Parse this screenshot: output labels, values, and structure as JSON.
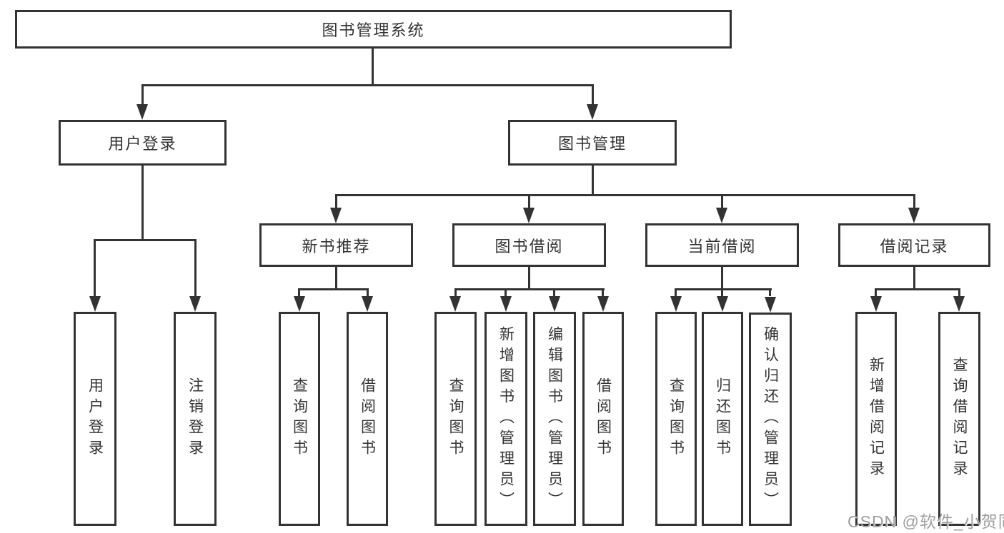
{
  "colors": {
    "line": "#333333",
    "border": "#333333",
    "text": "#333333",
    "watermark_text": "#9d9d9d",
    "background": "#ffffff"
  },
  "watermark": "CSDN @软件_小贺同学",
  "tree": {
    "root": {
      "label": "图书管理系统",
      "children": [
        {
          "label": "用户登录",
          "children": [
            {
              "label": "用户登录"
            },
            {
              "label": "注销登录"
            }
          ]
        },
        {
          "label": "图书管理",
          "children": [
            {
              "label": "新书推荐",
              "children": [
                {
                  "label": "查询图书"
                },
                {
                  "label": "借阅图书"
                }
              ]
            },
            {
              "label": "图书借阅",
              "children": [
                {
                  "label": "查询图书"
                },
                {
                  "label": "新增图书（管理员）"
                },
                {
                  "label": "编辑图书（管理员）"
                },
                {
                  "label": "借阅图书"
                }
              ]
            },
            {
              "label": "当前借阅",
              "children": [
                {
                  "label": "查询图书"
                },
                {
                  "label": "归还图书"
                },
                {
                  "label": "确认归还（管理员）"
                }
              ]
            },
            {
              "label": "借阅记录",
              "children": [
                {
                  "label": "新增借阅记录"
                },
                {
                  "label": "查询借阅记录"
                }
              ]
            }
          ]
        }
      ]
    }
  }
}
